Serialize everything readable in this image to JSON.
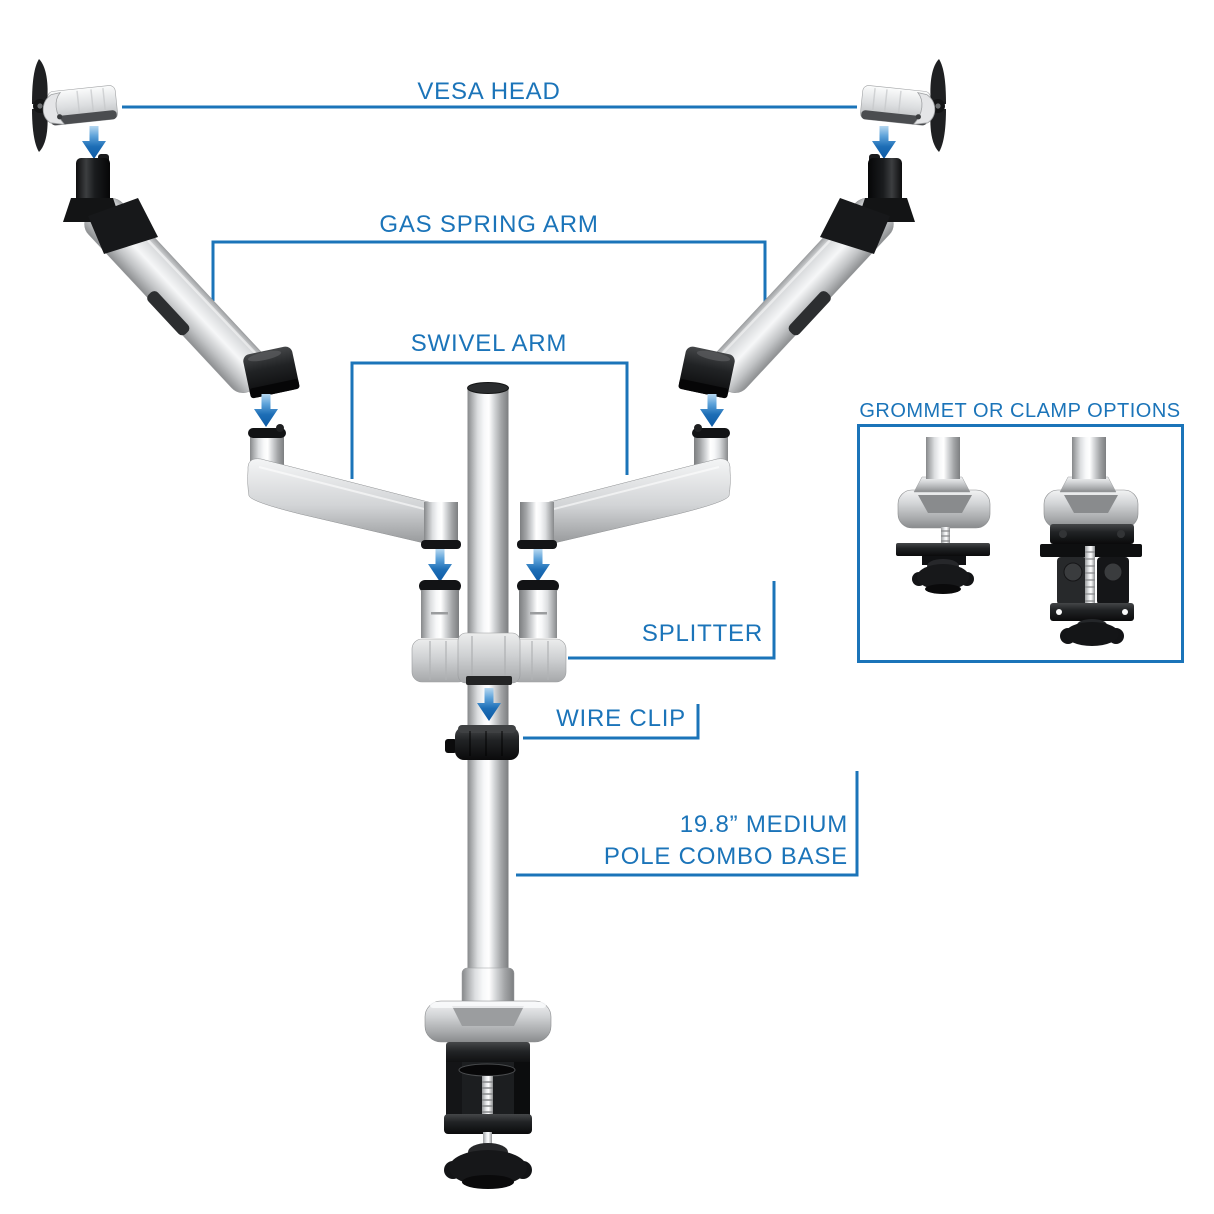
{
  "diagram": {
    "type": "product-parts-callout-diagram",
    "subject": "dual monitor desk mount",
    "background": "#ffffff"
  },
  "palette": {
    "label_blue": "#1b74b9",
    "arrow_blue_light": "#b7d8f0",
    "arrow_blue_dark": "#0d59a4",
    "metal_light": "#f7f8f9",
    "metal_dark": "#7c7e80",
    "hardware_black": "#141516"
  },
  "labels": {
    "vesa_head": "VESA HEAD",
    "gas_spring_arm": "GAS SPRING ARM",
    "swivel_arm": "SWIVEL ARM",
    "splitter": "SPLITTER",
    "wire_clip": "WIRE CLIP",
    "pole_base_line1": "19.8” MEDIUM",
    "pole_base_line2": "POLE COMBO BASE",
    "options_title": "GROMMET OR CLAMP OPTIONS"
  }
}
